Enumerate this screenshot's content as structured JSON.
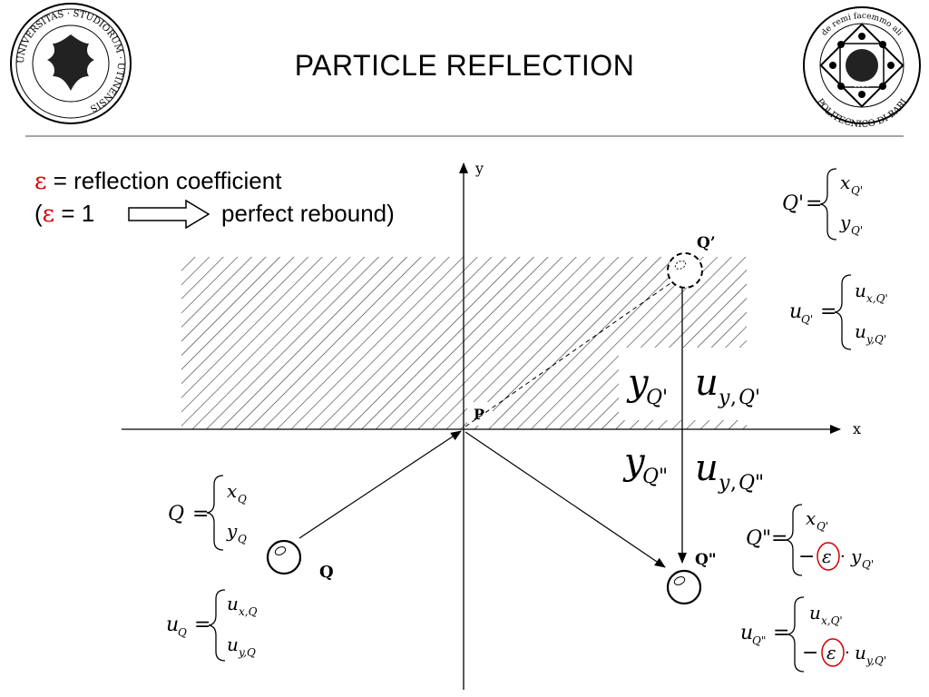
{
  "slide": {
    "title": "PARTICLE REFLECTION",
    "left_seal_text": "UNIVERSITAS · STUDIORUM · UTINENSIS",
    "right_seal_text_top": "de remi facemmo ali",
    "right_seal_text_bottom": "POLITECNICO DI BARI",
    "right_seal_year": "1990"
  },
  "definition": {
    "epsilon": "ε",
    "line1_rest": " = reflection coefficient",
    "line2_open": "(",
    "line2_mid": " = 1",
    "line2_rest": "perfect rebound)"
  },
  "axes": {
    "x_label": "x",
    "y_label": "y"
  },
  "points": {
    "P": "P",
    "Q": "Q",
    "Q_prime": "Q’",
    "Q_double": "Q\""
  },
  "colors": {
    "accent": "#d40000",
    "ink": "#000000",
    "hatch": "#333333",
    "rule": "#888888"
  }
}
